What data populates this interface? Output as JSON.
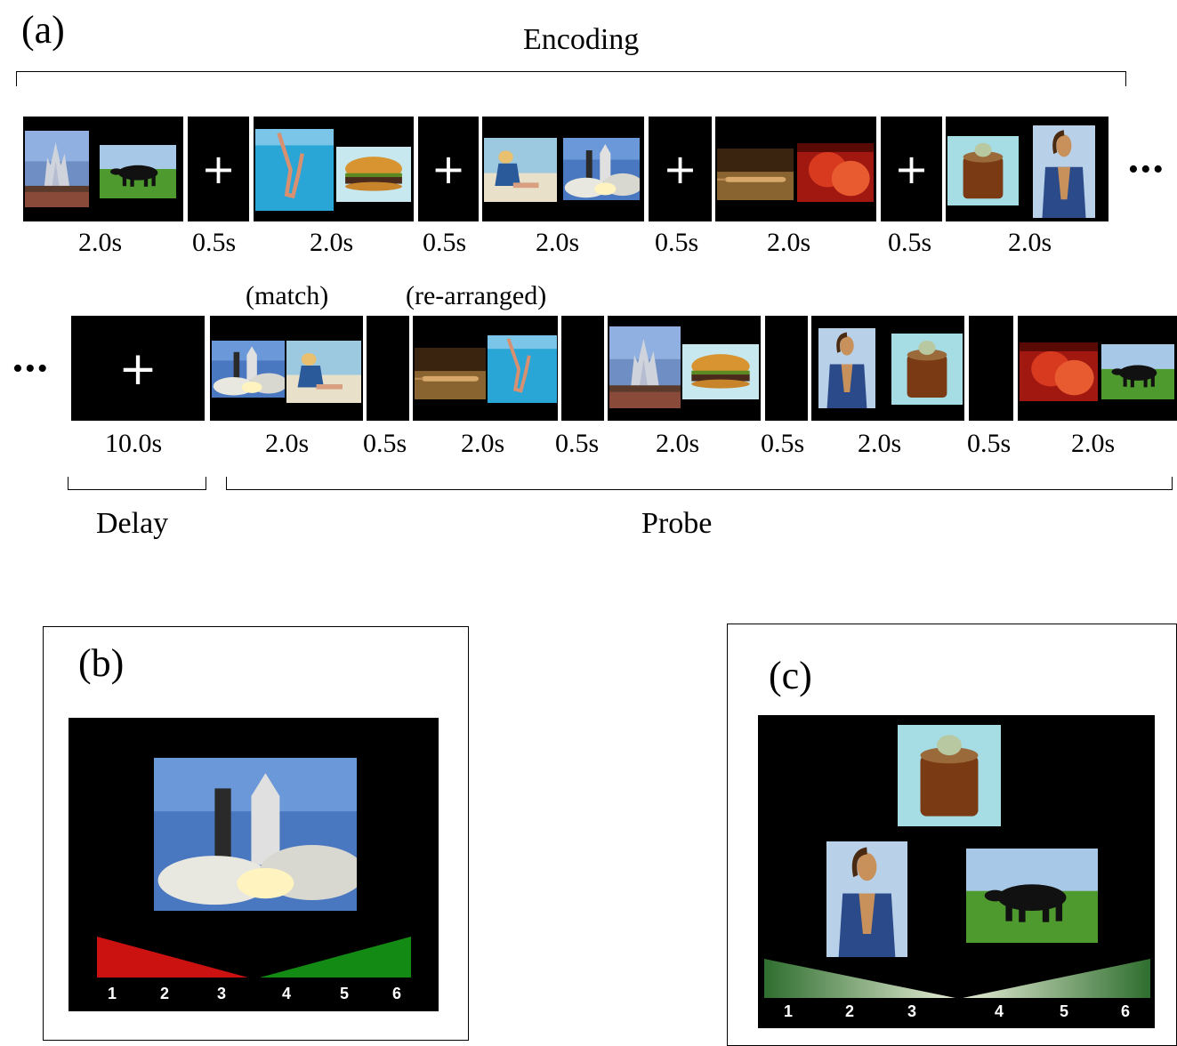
{
  "panel_a": {
    "letter": "(a)",
    "encoding_label": "Encoding",
    "ellipsis": "•••",
    "encoding_times": [
      "2.0s",
      "0.5s",
      "2.0s",
      "0.5s",
      "2.0s",
      "0.5s",
      "2.0s",
      "0.5s",
      "2.0s"
    ],
    "delay_time": "10.0s",
    "match_label": "(match)",
    "rearranged_label": "(re-arranged)",
    "probe_times": [
      "2.0s",
      "0.5s",
      "2.0s",
      "0.5s",
      "2.0s",
      "0.5s",
      "2.0s",
      "0.5s",
      "2.0s"
    ],
    "delay_label": "Delay",
    "probe_label": "Probe",
    "fixation": "+"
  },
  "panel_b": {
    "letter": "(b)",
    "scale": [
      "1",
      "2",
      "3",
      "4",
      "5",
      "6"
    ],
    "colors": {
      "low": "#cc1111",
      "high": "#138a13"
    }
  },
  "panel_c": {
    "letter": "(c)",
    "scale": [
      "1",
      "2",
      "3",
      "4",
      "5",
      "6"
    ],
    "colors": {
      "end": "#2e6e2e",
      "mid": "#e6ecd6"
    }
  }
}
